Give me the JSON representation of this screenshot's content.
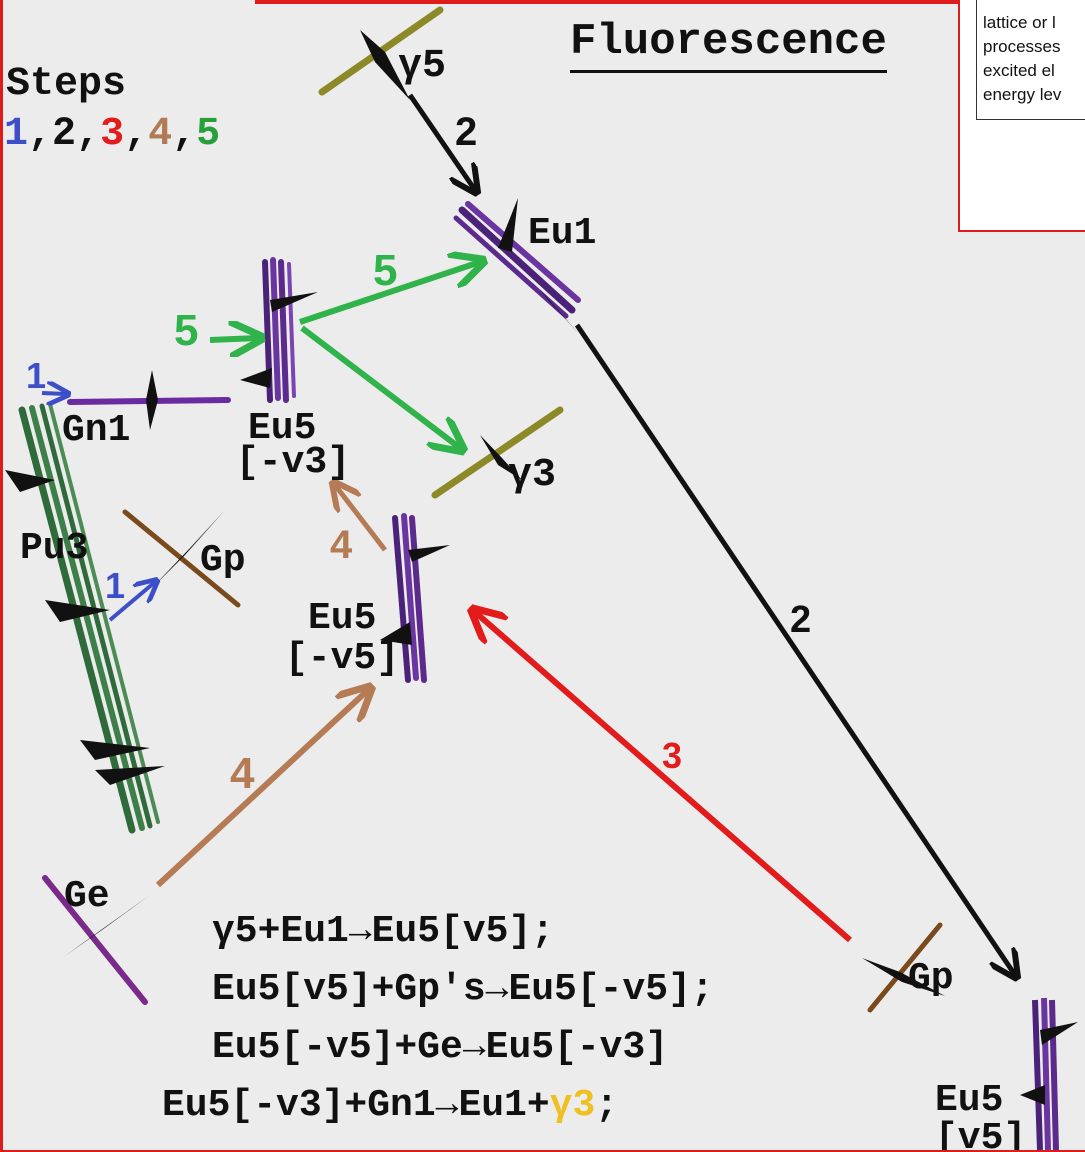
{
  "title": "Fluorescence",
  "note_lines": [
    "lattice or l",
    "processes",
    "excited el",
    "energy lev"
  ],
  "steps": {
    "label": "Steps",
    "sequence": [
      {
        "text": "1",
        "color": "#3c4fc8"
      },
      {
        "text": ",",
        "color": "#111111"
      },
      {
        "text": "2",
        "color": "#111111"
      },
      {
        "text": ",",
        "color": "#111111"
      },
      {
        "text": "3",
        "color": "#e21b1b"
      },
      {
        "text": ",",
        "color": "#111111"
      },
      {
        "text": "4",
        "color": "#b07a55"
      },
      {
        "text": ",",
        "color": "#111111"
      },
      {
        "text": "5",
        "color": "#27a03a"
      }
    ]
  },
  "colors": {
    "step1": "#3c4fc8",
    "step2": "#111111",
    "step3": "#e21b1b",
    "step4": "#b57b55",
    "step5": "#2fb34a",
    "eu_purple": "#5b2a8c",
    "gamma_olive": "#8c8a28",
    "gp_brown": "#7a4a1c",
    "pu_green": "#2f6a3a",
    "ge_purple": "#7a2a8a",
    "gn_purple": "#6a2aa0",
    "gamma3_yellow": "#f0c020"
  },
  "molecules": {
    "y5": "γ5",
    "eu1": "Eu1",
    "eu5_v3_line1": "Eu5",
    "eu5_v3_line2": "[-v3]",
    "gn1": "Gn1",
    "y3": "γ3",
    "pu3": "Pu3",
    "gp_left": "Gp",
    "eu5_v5neg_line1": "Eu5",
    "eu5_v5neg_line2": "[-v5]",
    "ge": "Ge",
    "gp_right": "Gp",
    "eu5_v5_line1": "Eu5",
    "eu5_v5_line2": "[v5]"
  },
  "arrow_labels": {
    "step2_top": "2",
    "step5_upper": "5",
    "step5_left": "5",
    "step1_gn1": "1",
    "step1_gp": "1",
    "step4_upper": "4",
    "step4_lower": "4",
    "step3": "3",
    "step2_right": "2"
  },
  "equations": [
    [
      {
        "text": "γ5+Eu1→Eu5[v5];",
        "color": "#111111"
      }
    ],
    [
      {
        "text": "Eu5[v5]+Gp′s→Eu5[-v5];",
        "color": "#111111"
      }
    ],
    [
      {
        "text": "Eu5[-v5]+Ge→Eu5[-v3]",
        "color": "#111111"
      }
    ],
    [
      {
        "text": "Eu5[-v3]+Gn1→Eu1+",
        "color": "#111111"
      },
      {
        "text": "γ3",
        "color": "#f0c020"
      },
      {
        "text": ";",
        "color": "#111111"
      }
    ]
  ]
}
